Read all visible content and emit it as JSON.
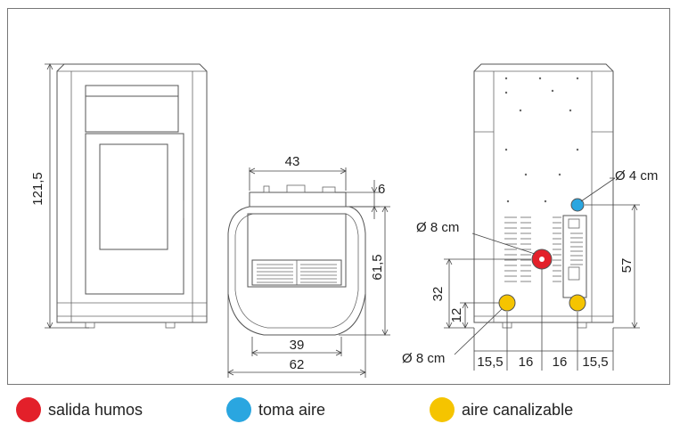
{
  "drawing": {
    "front_view": {
      "height_label": "121,5"
    },
    "top_view": {
      "width_top_label": "43",
      "depth_top_label": "6",
      "depth_label": "61,5",
      "width_inner_label": "39",
      "width_label": "62"
    },
    "rear_view": {
      "flue_diameter_label": "Ø 8 cm",
      "air_intake_diameter_label": "Ø 4 cm",
      "ducted_air_diameter_label": "Ø 8 cm",
      "air_intake_height_label": "57",
      "flue_height_label": "32",
      "ducted_height_label": "12",
      "offset_left_label": "15,5",
      "offset_center_left_label": "16",
      "offset_center_right_label": "16",
      "offset_right_label": "15,5"
    }
  },
  "legend": [
    {
      "label": "salida humos",
      "color": "#e3202a"
    },
    {
      "label": "toma aire",
      "color": "#2aa6e0"
    },
    {
      "label": "aire canalizable",
      "color": "#f5c400"
    }
  ]
}
